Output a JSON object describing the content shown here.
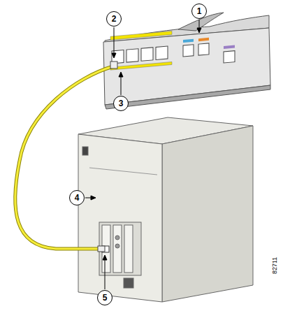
{
  "diagram": {
    "nodes": [
      {
        "text": [
          "1"
        ]
      },
      {
        "text": [
          "2"
        ]
      },
      {
        "text": [
          "3"
        ]
      },
      {
        "text": [
          "4"
        ]
      },
      {
        "text": [
          "5"
        ]
      }
    ],
    "edges": [],
    "labels": [
      "82711"
    ]
  }
}
